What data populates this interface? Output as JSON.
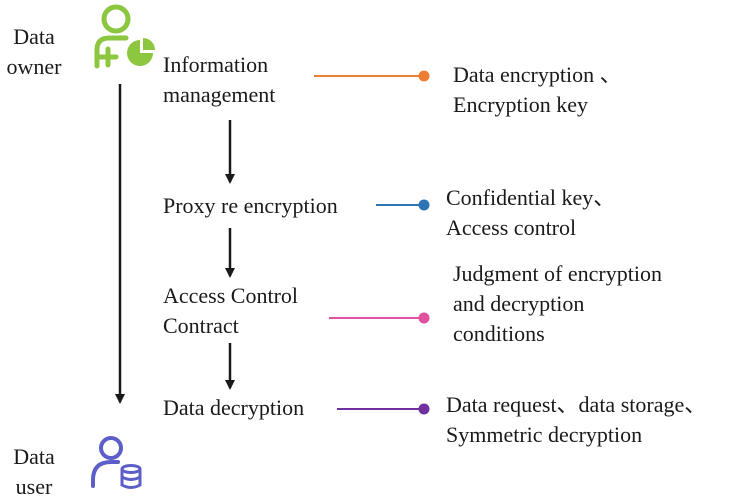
{
  "actors": {
    "owner": {
      "lines": [
        "Data",
        "owner"
      ],
      "icon": "user-add-chart-icon",
      "color": "#8dc63f"
    },
    "user": {
      "lines": [
        "Data",
        "user"
      ],
      "icon": "user-database-icon",
      "color": "#5b5fc7"
    }
  },
  "steps": [
    {
      "lines": [
        "Information",
        "management"
      ],
      "color": "#ed7d31",
      "details": [
        "Data encryption 、",
        "Encryption key"
      ]
    },
    {
      "lines": [
        "Proxy re encryption"
      ],
      "color": "#2e75b6",
      "details": [
        "Confidential key、",
        "Access control"
      ]
    },
    {
      "lines": [
        "Access Control",
        "Contract"
      ],
      "color": "#e0519e",
      "details": [
        "Judgment of encryption",
        "and decryption",
        "conditions"
      ]
    },
    {
      "lines": [
        "Data decryption"
      ],
      "color": "#7030a0",
      "details": [
        "Data request、data storage、",
        "Symmetric decryption"
      ]
    }
  ],
  "arrow_color": "#1a1a1a"
}
